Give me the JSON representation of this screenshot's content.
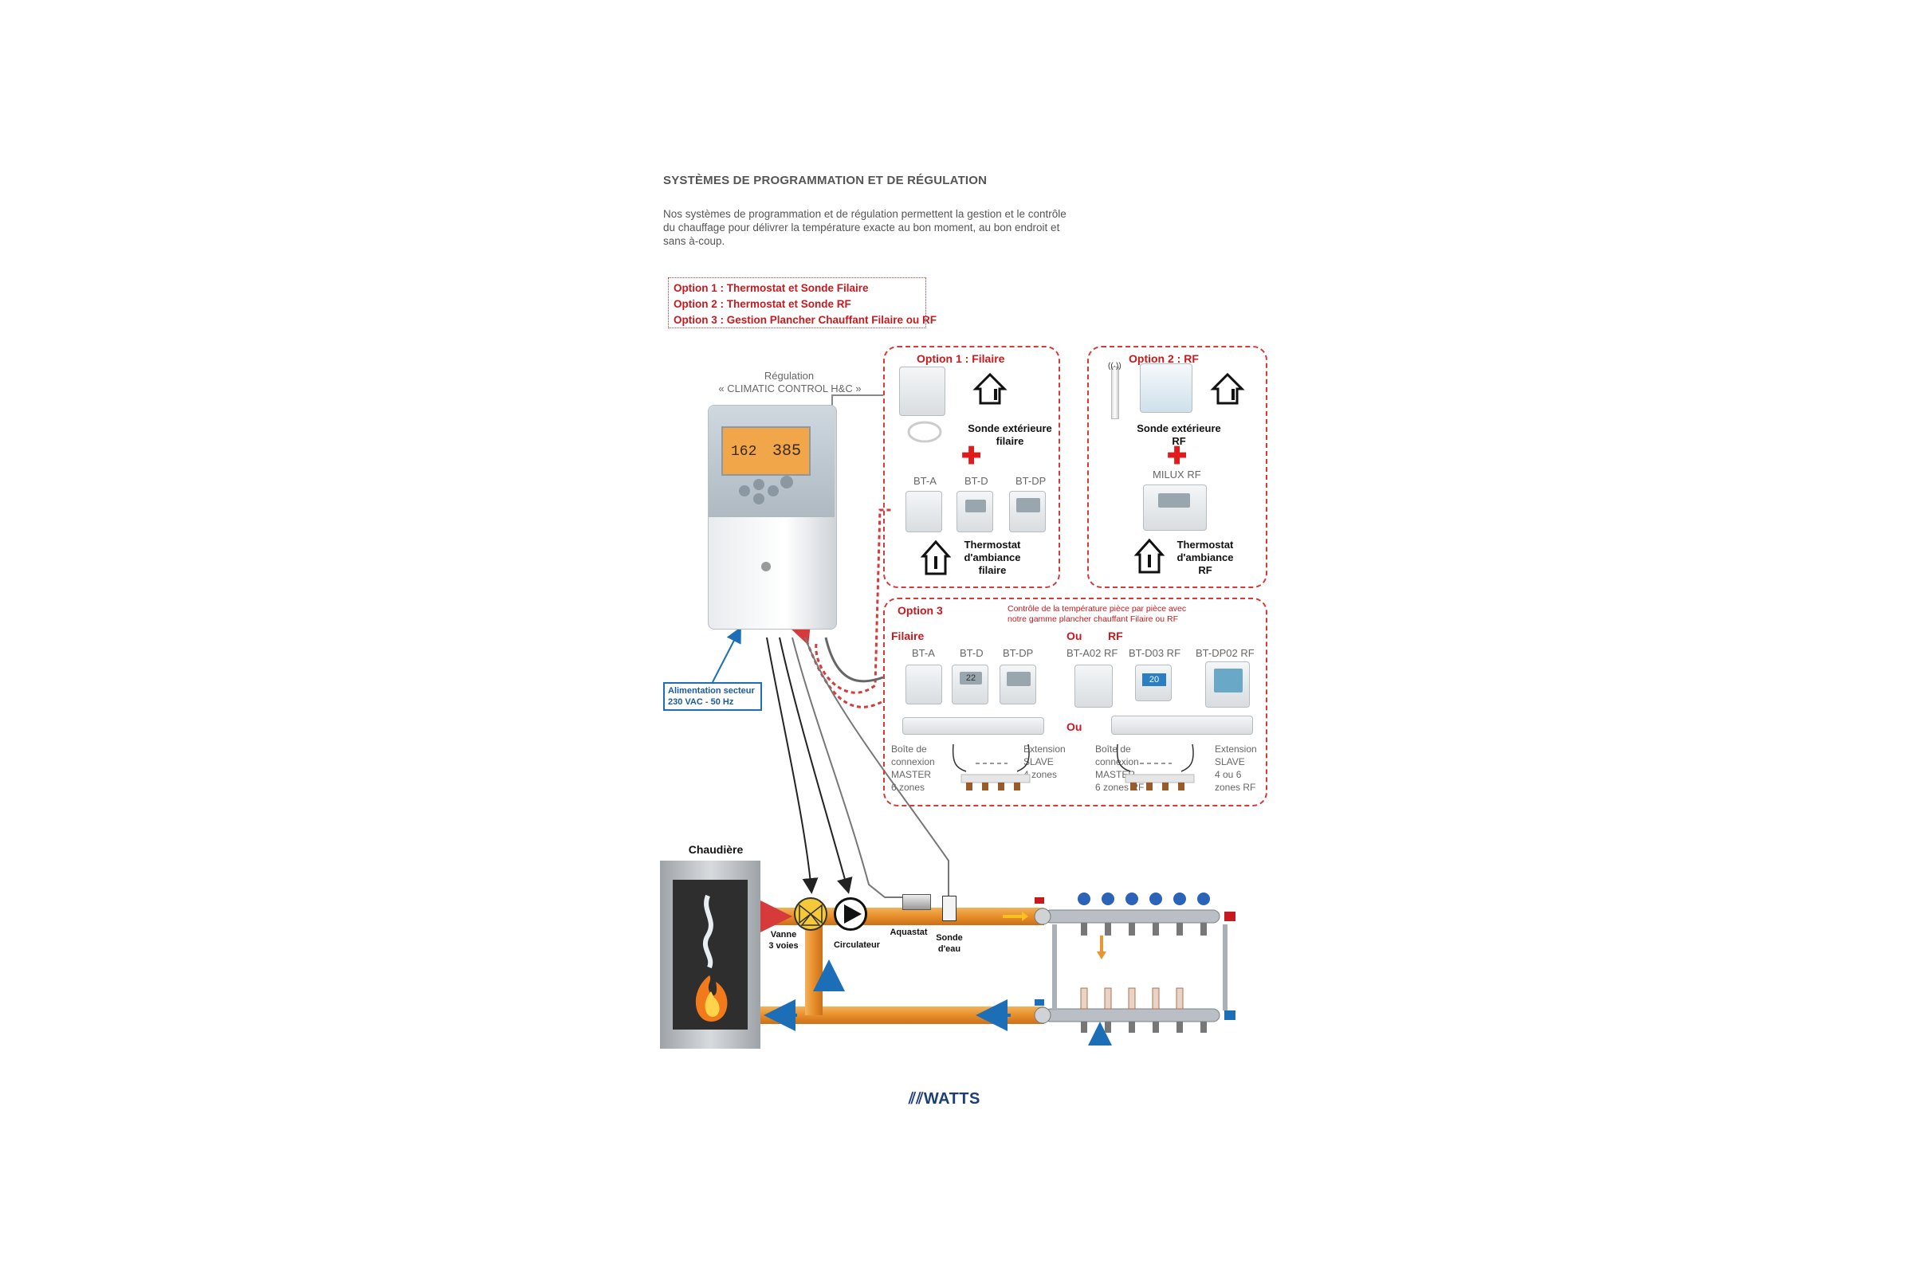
{
  "header": {
    "title": "SYSTÈMES DE PROGRAMMATION ET DE RÉGULATION",
    "intro_lines": [
      "Nos systèmes de programmation et de régulation permettent la gestion et le contrôle",
      "du chauffage pour délivrer la température exacte au bon moment, au bon endroit et",
      "sans à-coup."
    ]
  },
  "options_legend": [
    "Option 1 : Thermostat et Sonde Filaire",
    "Option 2 : Thermostat et Sonde RF",
    "Option 3 : Gestion Plancher Chauffant Filaire ou RF"
  ],
  "regulator": {
    "label_line1": "Régulation",
    "label_line2": "« CLIMATIC CONTROL H&C »",
    "display_left": "162",
    "display_right": "385"
  },
  "power_supply": {
    "line1": "Alimentation secteur",
    "line2": "230 VAC - 50 Hz"
  },
  "option1": {
    "title": "Option 1 : Filaire",
    "sensor_label": [
      "Sonde extérieure",
      "filaire"
    ],
    "thermostats": [
      "BT-A",
      "BT-D",
      "BT-DP"
    ],
    "room_label": [
      "Thermostat",
      "d'ambiance",
      "filaire"
    ]
  },
  "option2": {
    "title": "Option 2 : RF",
    "sensor_label": [
      "Sonde extérieure",
      "RF"
    ],
    "device_label": "MILUX RF",
    "room_label": [
      "Thermostat",
      "d'ambiance",
      "RF"
    ]
  },
  "option3": {
    "title": "Option 3",
    "note_lines": [
      "Contrôle de la température pièce par pièce avec",
      "notre gamme plancher chauffant Filaire ou RF"
    ],
    "filaire_label": "Filaire",
    "ou_label": "Ou",
    "rf_label": "RF",
    "filaire_thermostats": [
      "BT-A",
      "BT-D",
      "BT-DP"
    ],
    "rf_thermostats": [
      "BT-A02 RF",
      "BT-D03 RF",
      "BT-DP02 RF"
    ],
    "ou_middle": "Ou",
    "filaire_master": [
      "Boîte de",
      "connexion",
      "MASTER",
      "6 zones"
    ],
    "filaire_slave": [
      "Extension",
      "SLAVE",
      "4 zones"
    ],
    "rf_master": [
      "Boîte de",
      "connexion",
      "MASTER",
      "6 zones RF"
    ],
    "rf_slave": [
      "Extension",
      "SLAVE",
      "4 ou 6",
      "zones RF"
    ],
    "screen_bt_d": "22",
    "screen_rf": "20"
  },
  "boiler": {
    "title": "Chaudière",
    "valve_label": [
      "Vanne",
      "3 voies"
    ],
    "pump_label": "Circulateur",
    "aquastat_label": "Aquastat",
    "water_sensor_label": [
      "Sonde",
      "d'eau"
    ]
  },
  "brand": "WATTS",
  "colors": {
    "accent_red": "#c8191e",
    "pipe_orange": "#e8962e",
    "arrow_blue": "#1c6fb6"
  }
}
